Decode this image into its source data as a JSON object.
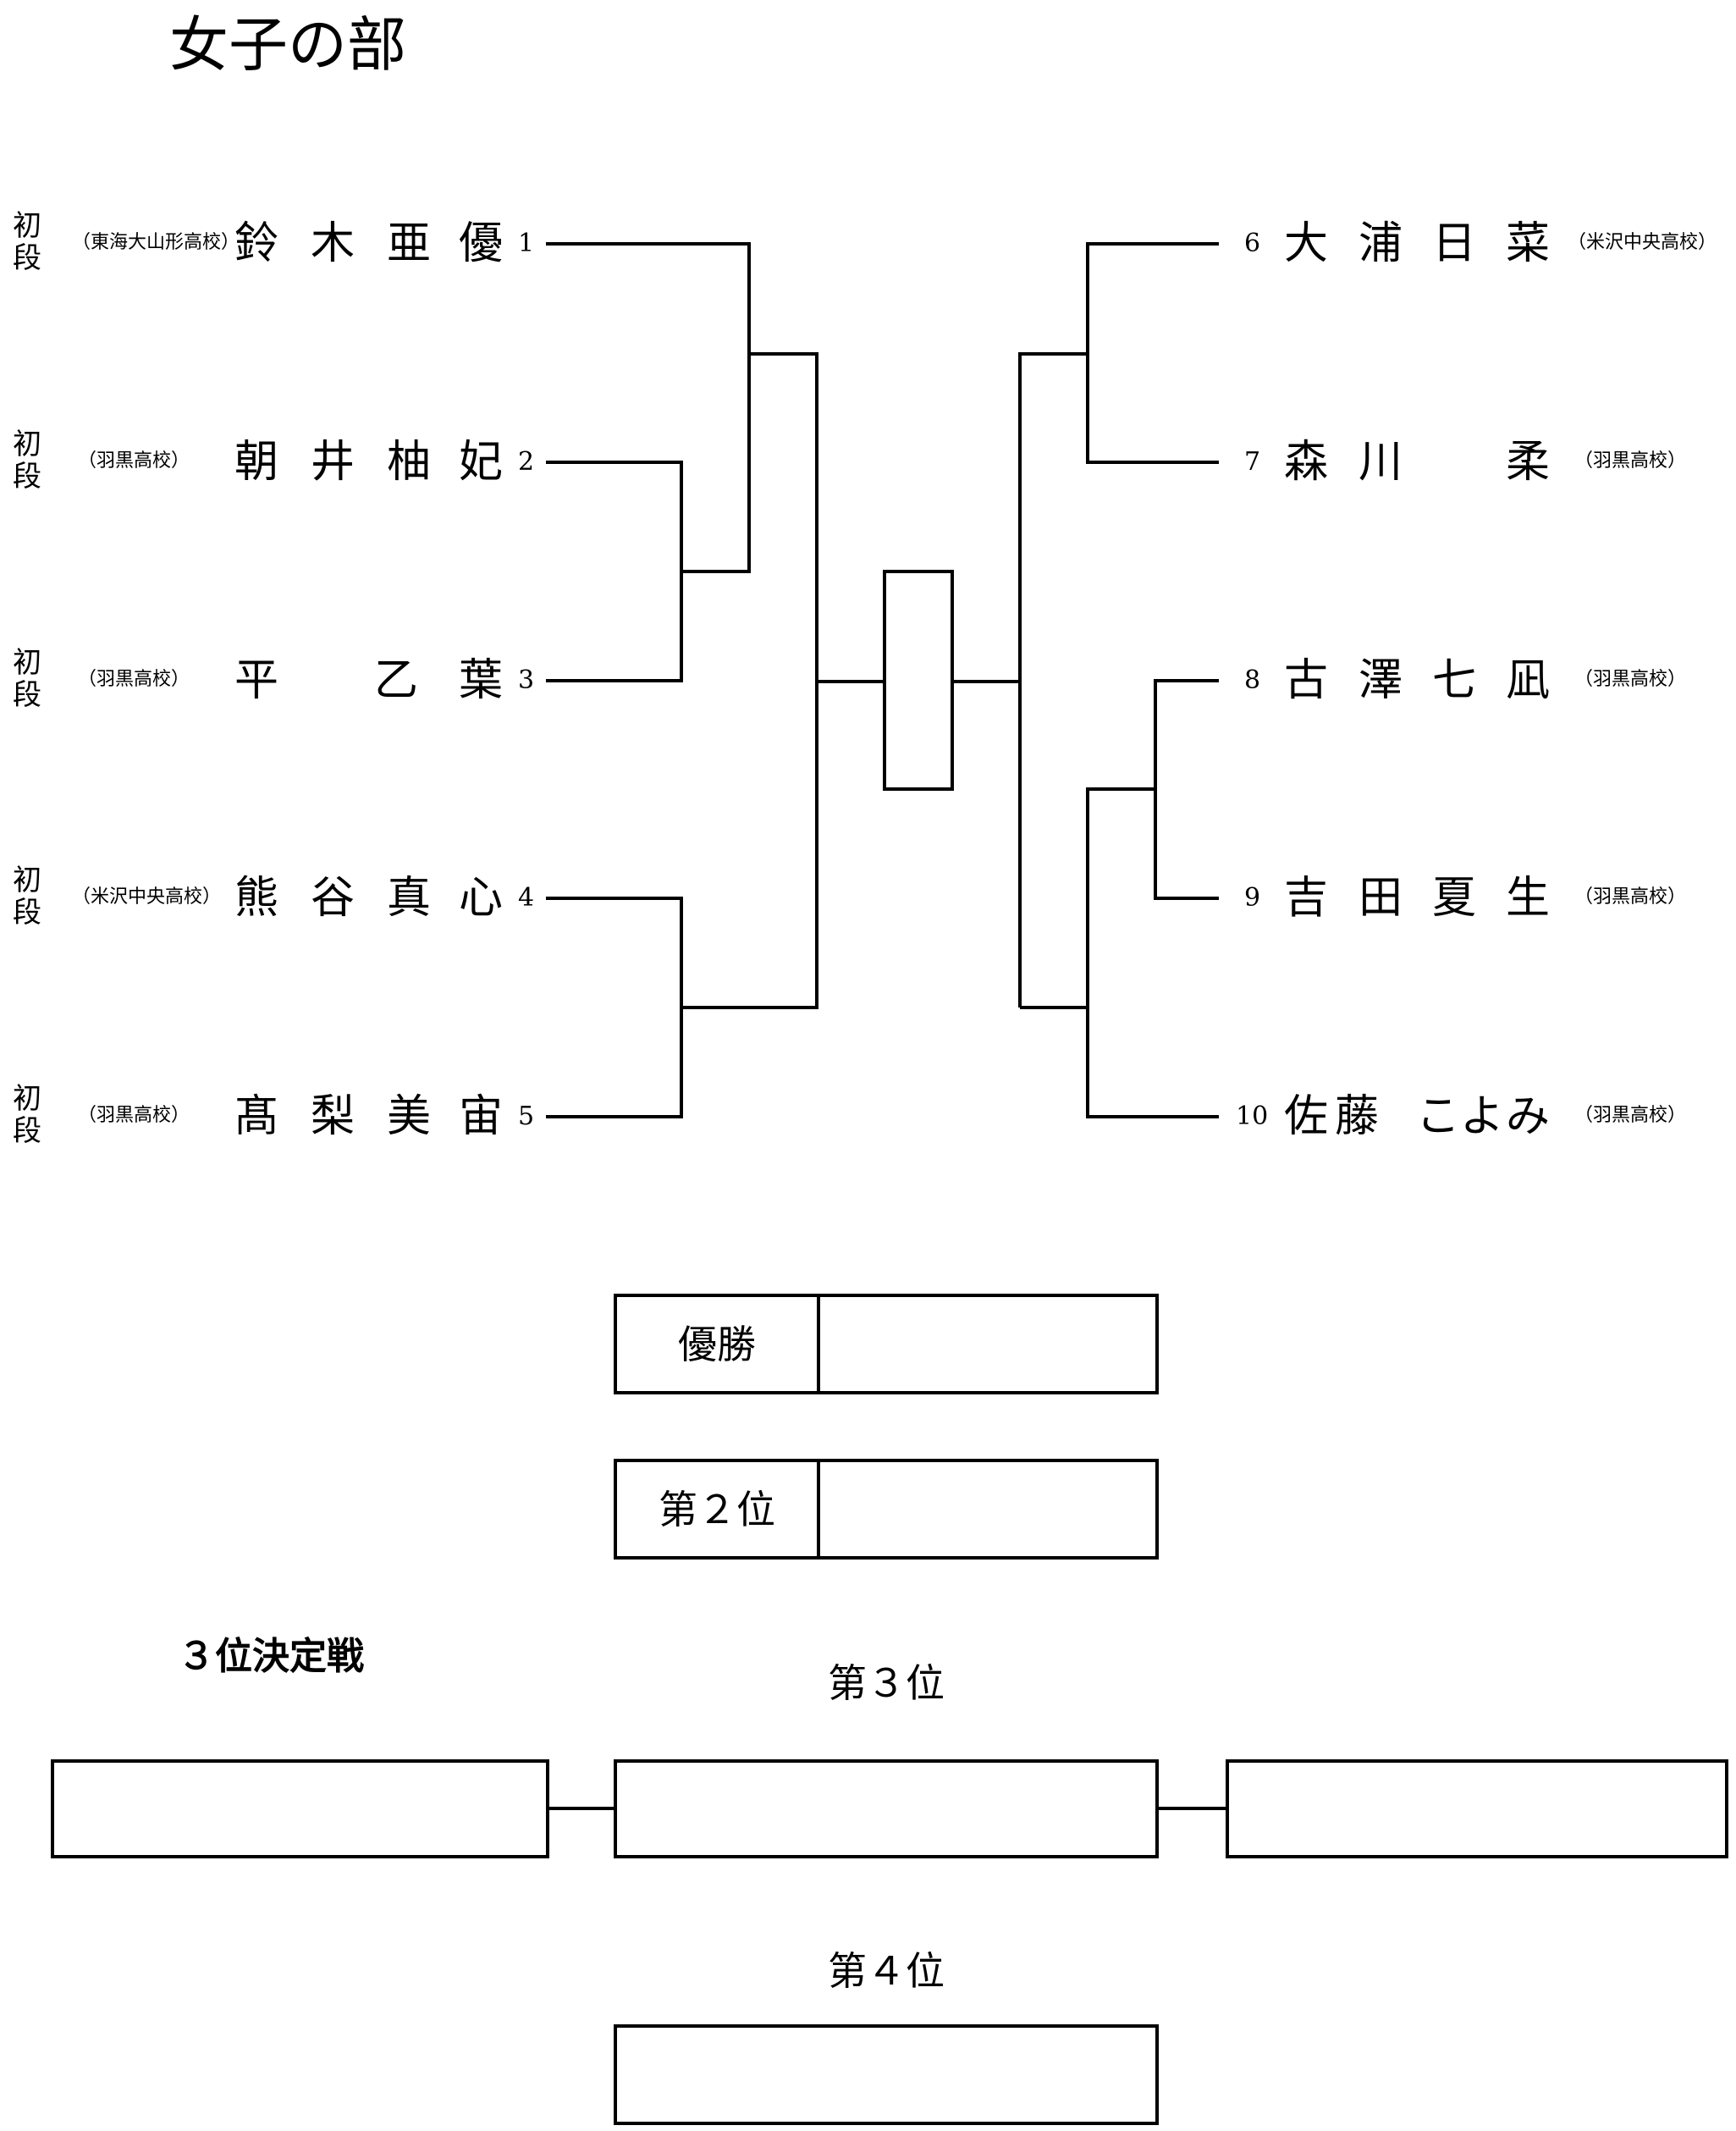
{
  "title": "女子の部",
  "left_entries": [
    {
      "dan": "初段",
      "school": "（東海大山形高校）",
      "name": [
        "鈴",
        "木",
        "亜",
        "優"
      ],
      "num": "1"
    },
    {
      "dan": "初段",
      "school": "（羽黒高校）",
      "name": [
        "朝",
        "井",
        "柚",
        "妃"
      ],
      "num": "2"
    },
    {
      "dan": "初段",
      "school": "（羽黒高校）",
      "name": [
        "平",
        "",
        "乙",
        "葉"
      ],
      "num": "3"
    },
    {
      "dan": "初段",
      "school": "（米沢中央高校）",
      "name": [
        "熊",
        "谷",
        "真",
        "心"
      ],
      "num": "4"
    },
    {
      "dan": "初段",
      "school": "（羽黒高校）",
      "name": [
        "髙",
        "梨",
        "美",
        "宙"
      ],
      "num": "5"
    }
  ],
  "right_entries": [
    {
      "num": "6",
      "name": [
        "大",
        "浦",
        "日",
        "菜"
      ],
      "school": "（米沢中央高校）"
    },
    {
      "num": "7",
      "name": [
        "森",
        "川",
        "",
        "柔"
      ],
      "school": "（羽黒高校）"
    },
    {
      "num": "8",
      "name": [
        "古",
        "澤",
        "七",
        "凪"
      ],
      "school": "（羽黒高校）"
    },
    {
      "num": "9",
      "name": [
        "吉",
        "田",
        "夏",
        "生"
      ],
      "school": "（羽黒高校）"
    },
    {
      "num": "10",
      "name": [
        "佐",
        "藤",
        "こよ",
        "み"
      ],
      "school": "（羽黒高校）"
    }
  ],
  "results": {
    "winner_label": "優勝",
    "second_label": "第２位",
    "third_match_label": "３位決定戦",
    "third_label": "第３位",
    "fourth_label": "第４位"
  }
}
